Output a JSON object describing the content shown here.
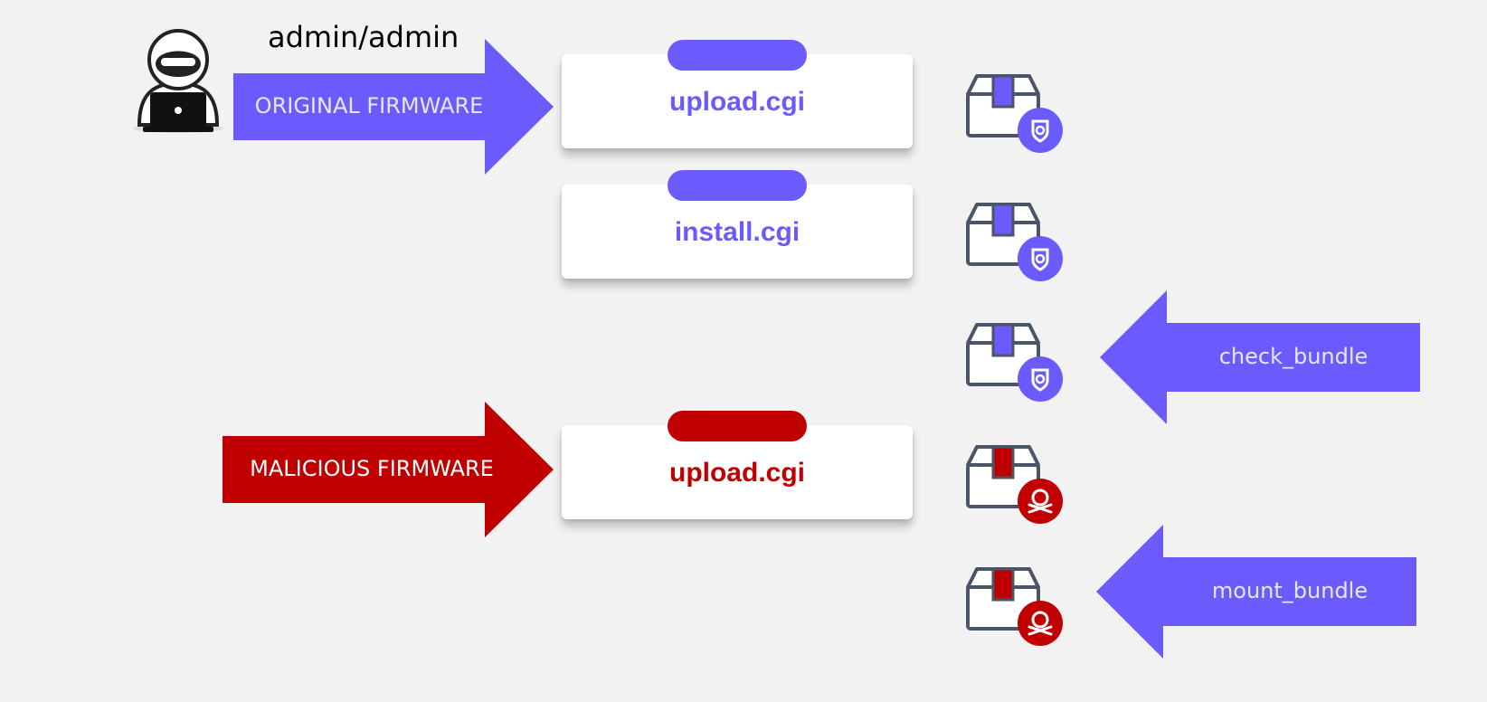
{
  "credentials": "admin/admin",
  "colors": {
    "blue": "#6b5bfd",
    "red": "#c00000",
    "background": "#f2f2f2"
  },
  "arrows": {
    "original_firmware": "ORIGINAL FIRMWARE",
    "malicious_firmware": "MALICIOUS FIRMWARE",
    "check_bundle": "check_bundle",
    "mount_bundle": "mount_bundle"
  },
  "cards": [
    {
      "label": "upload.cgi",
      "state": "original"
    },
    {
      "label": "install.cgi",
      "state": "original"
    },
    {
      "label": "upload.cgi",
      "state": "malicious"
    }
  ],
  "packages": [
    {
      "state": "original",
      "badge_icon": "shield-icon"
    },
    {
      "state": "original",
      "badge_icon": "shield-icon"
    },
    {
      "state": "original",
      "badge_icon": "shield-icon"
    },
    {
      "state": "malicious",
      "badge_icon": "skull-icon"
    },
    {
      "state": "malicious",
      "badge_icon": "skull-icon"
    }
  ],
  "icons": {
    "attacker": "hacker-laptop-icon",
    "package": "package-box-icon"
  }
}
